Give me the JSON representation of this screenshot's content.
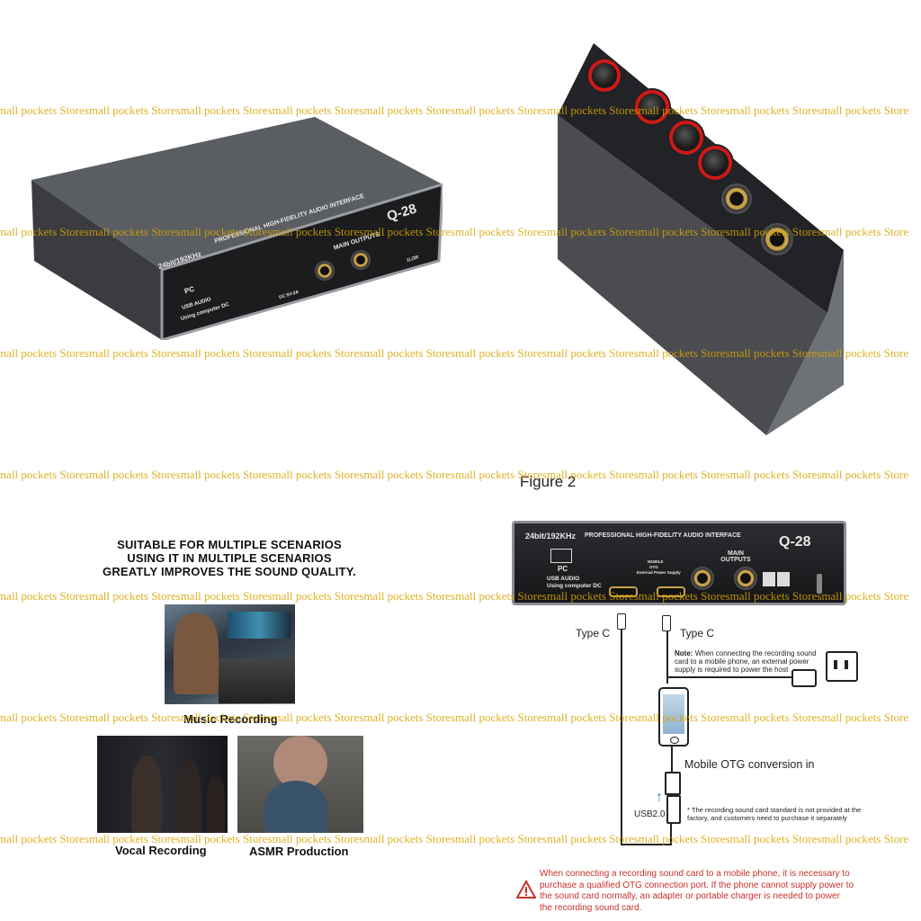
{
  "watermark": {
    "text": "small pockets Store"
  },
  "figure_label": "Figure 2",
  "device": {
    "model": "Q-28",
    "spec": "24bit/192KHz",
    "interface_name": "PROFESSIONAL HIGH-FIDELITY AUDIO INTERFACE",
    "interface_name_short": "PROFESSIONAL HIGH-FIDELITY AUDIO INTERFACE",
    "pc_label": "PC",
    "usb_audio": "USB AUDIO",
    "using_dc": "Using computer DC",
    "mobile": "MOBILE",
    "otg": "OTG",
    "ext_power": "External Power Supply",
    "dc": "DC 5V-2A",
    "main_outputs_1": "MAIN",
    "main_outputs_2": "OUTPUTS",
    "line_out": "1L/2R"
  },
  "scenarios": {
    "title_line1": "SUITABLE FOR MULTIPLE SCENARIOS",
    "title_line2": "USING IT IN MULTIPLE SCENARIOS",
    "title_line3": "GREATLY IMPROVES THE SOUND QUALITY.",
    "music": "Music Recording",
    "vocal": "Vocal Recording",
    "asmr": "ASMR Production"
  },
  "diagram": {
    "type_c_left": "Type C",
    "type_c_right": "Type C",
    "note_bold": "Note:",
    "note_text": "When connecting the recording sound card to a mobile phone, an external power supply is required to power the host",
    "otg": "Mobile OTG conversion in",
    "usb": "USB2.0",
    "otg_note": "* The recording sound card standard is not provided at the factory, and customers need to purchase it separately",
    "warning": "When connecting a recording sound card to a mobile phone, it is necessary to purchase a qualified OTG connection port. If the phone cannot supply power to the sound card normally, an adapter or portable charger is needed to power the recording sound card."
  },
  "colors": {
    "accent_red": "#d01818",
    "watermark": "#d9a400",
    "warning": "#c8312b"
  }
}
